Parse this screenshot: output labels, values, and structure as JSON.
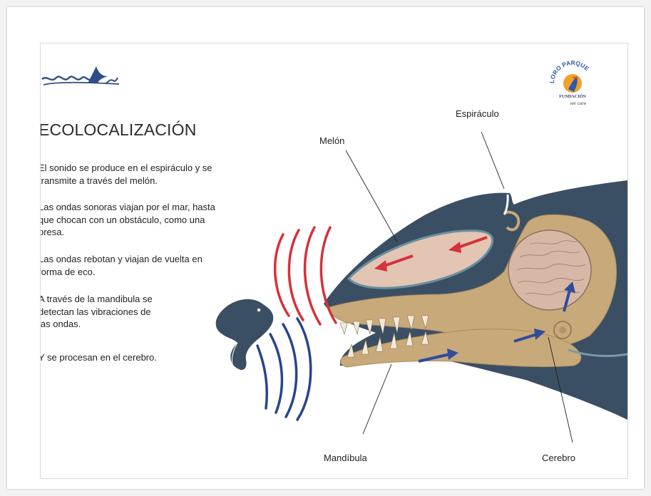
{
  "title": "ECOLOCALIZACIÓN",
  "paragraphs": [
    [
      "El sonido se produce en el espiráculo y se",
      "transmite a través del melón."
    ],
    [
      "Las ondas sonoras viajan por el mar, hasta",
      "que chocan con un obstáculo, como una",
      "presa."
    ],
    [
      "Las ondas rebotan y viajan de vuelta en",
      "forma de eco."
    ],
    [
      "A través de la mandibula se",
      "detectan las vibraciones de",
      "las ondas."
    ],
    [
      "Y se procesan en el cerebro."
    ]
  ],
  "labels": {
    "espiraculo": "Espiráculo",
    "melon": "Melón",
    "mandibula": "Mandíbula",
    "cerebro": "Cerebro"
  },
  "logo_right": {
    "top_text": "LORO PARQUE",
    "mid_text": "FUNDACIÓN",
    "bottom_text": "we care"
  },
  "colors": {
    "whale_dark": "#3a4f63",
    "bone": "#c8a97a",
    "melon": "#e3c5b3",
    "brain": "#d7b8a6",
    "wave_red": "#d7303a",
    "wave_blue": "#27458f",
    "arrow_red": "#d5323c",
    "arrow_blue": "#2f4d9a"
  }
}
